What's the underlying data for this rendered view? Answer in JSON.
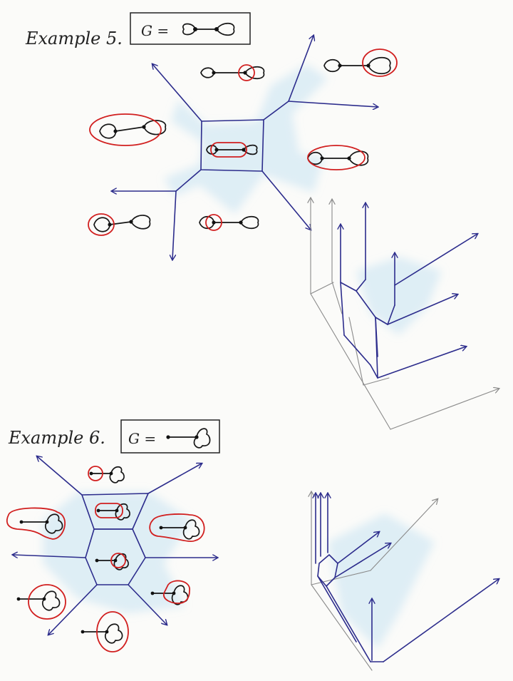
{
  "example5": {
    "heading": "Example 5.",
    "graph_label": "G ="
  },
  "example6": {
    "heading": "Example 6.",
    "graph_label": "G ="
  }
}
